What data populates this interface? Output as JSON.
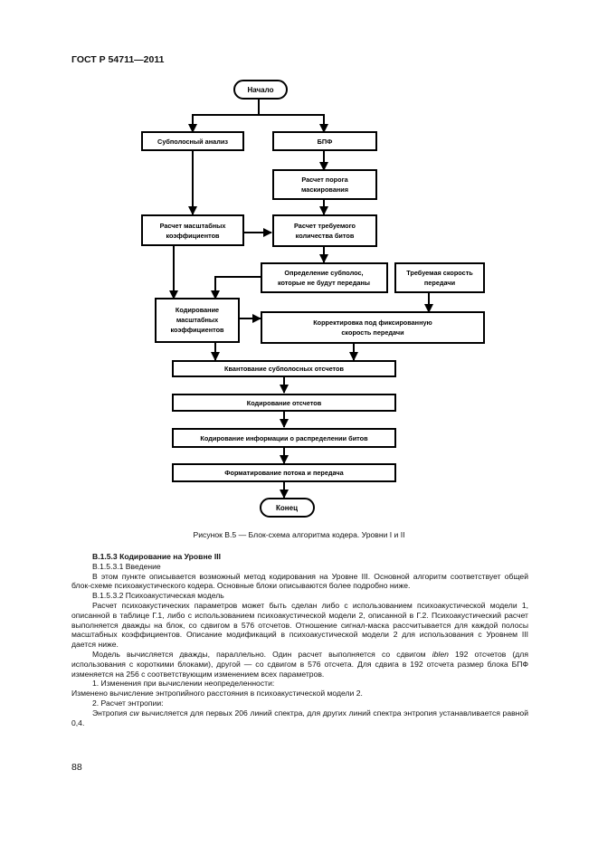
{
  "header": {
    "doc_id": "ГОСТ Р 54711—2011"
  },
  "flowchart": {
    "start": "Начало",
    "subband_analysis": "Субполосный анализ",
    "fft": "БПФ",
    "masking_threshold": [
      "Расчет порога",
      "маскирования"
    ],
    "scale_factors_calc": [
      "Расчет масштабных",
      "коэффициентов"
    ],
    "required_bits": [
      "Расчет требуемого",
      "количества битов"
    ],
    "subbands_not_sent": [
      "Определение субполос,",
      "которые не будут переданы"
    ],
    "required_rate": [
      "Требуемая скорость",
      "передачи"
    ],
    "scale_factors_coding": [
      "Кодирование",
      "масштабных",
      "коэффициентов"
    ],
    "fixed_rate_correction": [
      "Корректировка под фиксированную",
      "скорость передачи"
    ],
    "quantization": "Квантование субполосных отсчетов",
    "sample_coding": "Кодирование отсчетов",
    "bit_alloc_coding": "Кодирование информации о распределении битов",
    "formatting": "Форматирование потока и передача",
    "end": "Конец"
  },
  "caption": "Рисунок В.5 — Блок-схема алгоритма кодера. Уровни I и II",
  "body": {
    "section": "В.1.5.3 Кодирование на Уровне III",
    "sub1_title": "В.1.5.3.1 Введение",
    "sub1_text": "В этом пункте описывается возможный метод кодирования на Уровне III. Основной алгоритм соответствует общей блок-схеме психоакустического кодера. Основные блоки описываются более подробно ниже.",
    "sub2_title": "В.1.5.3.2 Психоакустическая модель",
    "sub2_p1": "Расчет психоакустических параметров может быть сделан либо с использованием психоакустической модели 1, описанной в таблице Г.1, либо с использованием психоакустической модели 2, описанной в Г.2. Психоакустический расчет выполняется дважды на блок, со сдвигом в 576 отсчетов. Отношение сигнал-маска рассчитывается для каждой полосы масштабных коэффициентов. Описание модификаций в психоакустической модели 2 для использования с Уровнем III дается ниже.",
    "sub2_p2_a": "Модель вычисляется дважды, параллельно. Один расчет выполняется со сдвигом ",
    "sub2_p2_em": "iblen",
    "sub2_p2_b": " 192 отсчетов (для использования с короткими блоками), другой — со сдвигом в 576 отсчета. Для сдвига в 192 отсчета размер блока БПФ изменяется на 256 с соответствующим изменением всех параметров.",
    "item1": "1. Изменения при вычислении неопределенности:",
    "item1_text": "Изменено вычисление энтропийного расстояния в психоакустической модели 2.",
    "item2": "2. Расчет энтропии:",
    "item2_a": "Энтропия ",
    "item2_em": "cw",
    "item2_b": " вычисляется для первых 206 линий спектра, для других линий спектра энтропия устанавливается равной 0,4."
  },
  "page_number": "88"
}
